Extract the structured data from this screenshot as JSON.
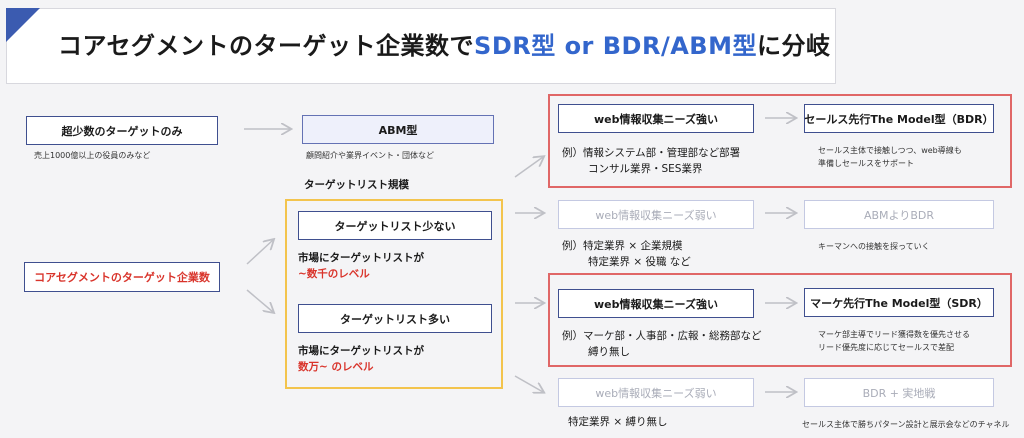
{
  "title": {
    "main": "コアセグメントのターゲット企業数で",
    "highlight": "SDR型 or BDR/ABM型",
    "suffix": "に分岐"
  },
  "left": {
    "few_label": "超少数のターゲットのみ",
    "few_note": "売上1000億以上の役員のみなど",
    "core_label": "コアセグメントのターゲット企業数"
  },
  "abm": {
    "label": "ABM型",
    "note": "顧問紹介や業界イベント・団体など"
  },
  "list_size": {
    "heading": "ターゲットリスト規模",
    "small_label": "ターゲットリスト少ない",
    "small_desc_line1": "市場にターゲットリストが",
    "small_desc_line2": "~数千のレベル",
    "large_label": "ターゲットリスト多い",
    "large_desc_line1": "市場にターゲットリストが",
    "large_desc_line2": "数万~ のレベル"
  },
  "rows": [
    {
      "need_label": "web情報収集ニーズ強い",
      "example_line1": "例）情報システム部・管理部など部署",
      "example_line2": "コンサル業界・SES業界",
      "result_label": "セールス先行The Model型（BDR）",
      "result_note_line1": "セールス主体で接触しつつ、web導線も",
      "result_note_line2": "準備しセールスをサポート"
    },
    {
      "need_label": "web情報収集ニーズ弱い",
      "example_line1": "例）特定業界 × 企業規模",
      "example_line2": "特定業界 × 役職 など",
      "result_label": "ABMよりBDR",
      "result_note_line1": "キーマンへの接触を探っていく",
      "result_note_line2": ""
    },
    {
      "need_label": "web情報収集ニーズ強い",
      "example_line1": "例）マーケ部・人事部・広報・総務部など",
      "example_line2": "縛り無し",
      "result_label": "マーケ先行The Model型（SDR）",
      "result_note_line1": "マーケ部主導でリード獲得数を優先させる",
      "result_note_line2": "リード優先度に応じてセールスで差配"
    },
    {
      "need_label": "web情報収集ニーズ弱い",
      "example_line1": "特定業界 × 縛り無し",
      "example_line2": "",
      "result_label": "BDR + 実地戦",
      "result_note_line1": "セールス主体で勝ちパターン設計と展示会などのチャネル",
      "result_note_line2": ""
    }
  ],
  "colors": {
    "accent_blue": "#3366cc",
    "box_border": "#3f4f8f",
    "highlight_red": "#d9342b",
    "frame_red": "#e06767",
    "frame_yellow": "#f3c44d",
    "arrow_gray": "#bfc0c6"
  }
}
